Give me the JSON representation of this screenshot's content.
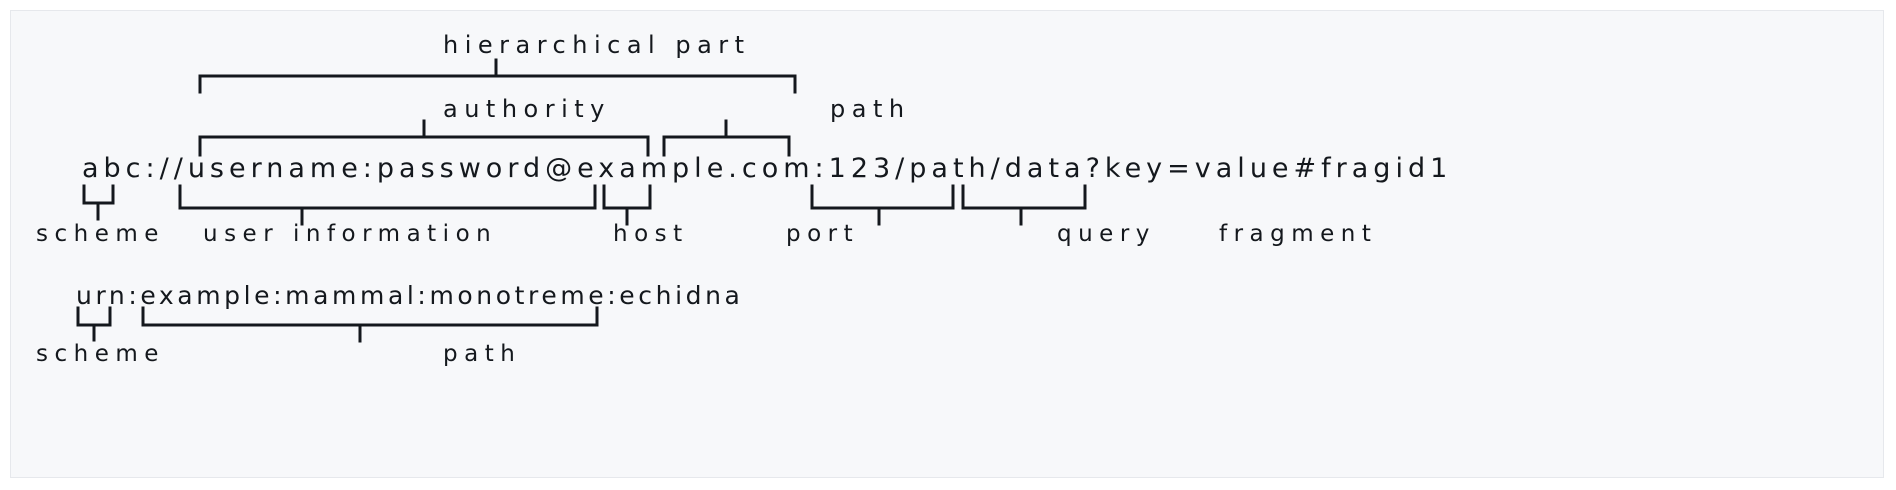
{
  "figure": {
    "kind": "uri-syntax-diagram",
    "background_color": "#f7f8fa",
    "border_color": "#e6e8ec",
    "line_color": "#14181d",
    "text_color": "#14181d"
  },
  "uri": {
    "full": "abc://username:password@example.com:123/path/data?key=value#fragid1",
    "scheme": "abc",
    "user_information": "username:password",
    "host": "example.com",
    "port": "123",
    "path": "/path/data",
    "query": "?key=value",
    "fragment": "#fragid1"
  },
  "urn": {
    "full": "urn:example:mammal:monotreme:echidna",
    "scheme": "urn",
    "path": "example:mammal:monotreme:echidna"
  },
  "labels": {
    "hierarchical_part": "hierarchical part",
    "authority": "authority",
    "path_top": "path",
    "scheme": "scheme",
    "user_information": "user information",
    "host": "host",
    "port": "port",
    "query": "query",
    "fragment": "fragment",
    "urn_scheme": "scheme",
    "urn_path": "path"
  }
}
